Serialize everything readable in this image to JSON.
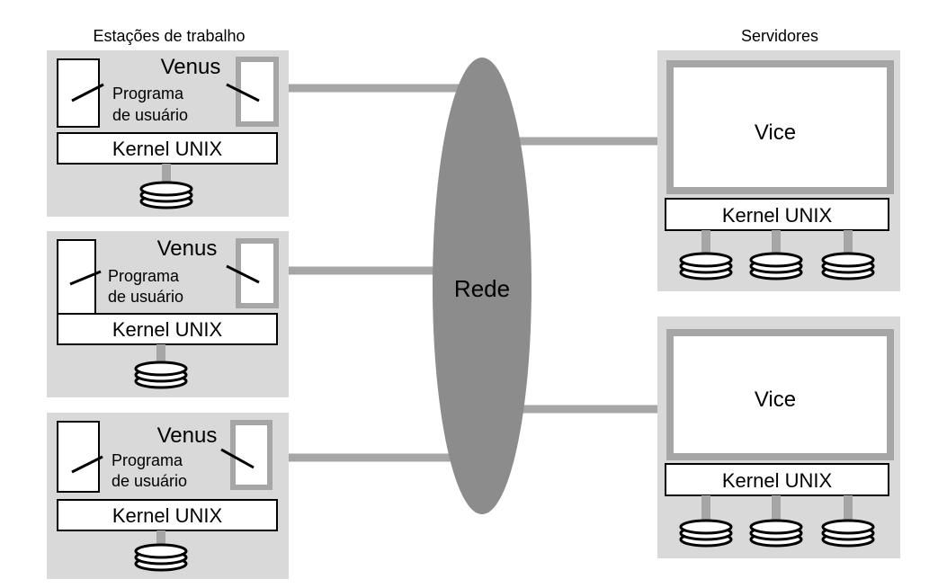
{
  "headers": {
    "workstations": "Estações de trabalho",
    "servers": "Servidores"
  },
  "network": {
    "label": "Rede"
  },
  "workstations": [
    {
      "venus": "Venus",
      "program_line1": "Programa",
      "program_line2": "de usuário",
      "kernel": "Kernel UNIX"
    },
    {
      "venus": "Venus",
      "program_line1": "Programa",
      "program_line2": "de usuário",
      "kernel": "Kernel UNIX"
    },
    {
      "venus": "Venus",
      "program_line1": "Programa",
      "program_line2": "de usuário",
      "kernel": "Kernel UNIX"
    }
  ],
  "servers": [
    {
      "vice": "Vice",
      "kernel": "Kernel UNIX"
    },
    {
      "vice": "Vice",
      "kernel": "Kernel UNIX"
    }
  ],
  "colors": {
    "panel": "#d9d9d9",
    "connector": "#a6a6a6",
    "network": "#8c8c8c",
    "box_border": "#000000",
    "box_fill": "#ffffff"
  }
}
